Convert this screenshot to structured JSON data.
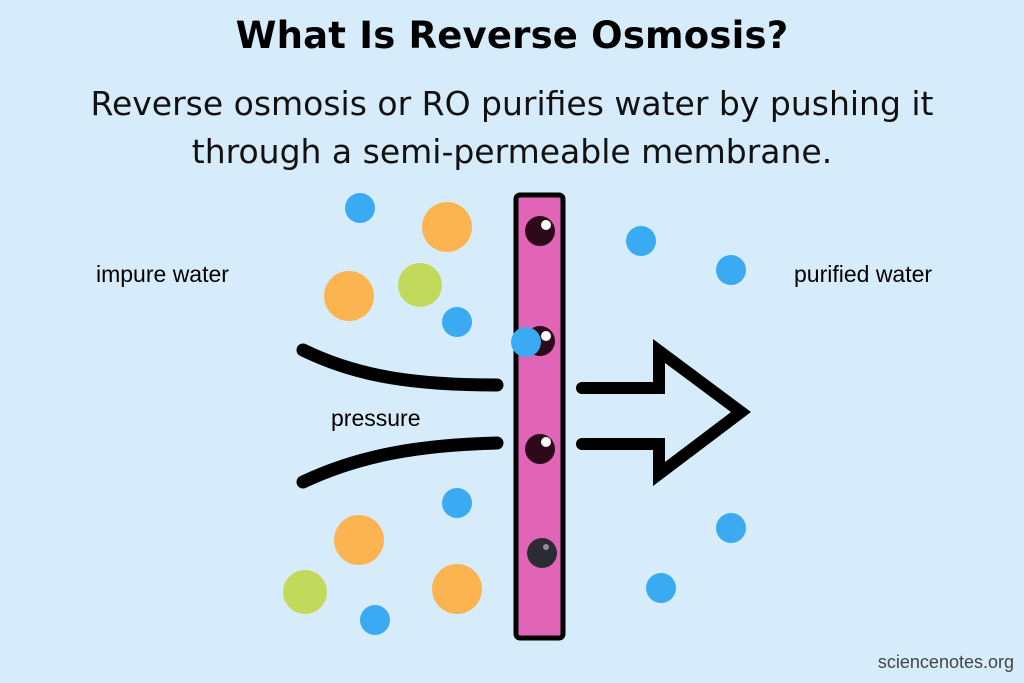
{
  "title": "What Is Reverse Osmosis?",
  "subtitle": "Reverse osmosis or RO purifies water by pushing it through a semi-permeable membrane.",
  "labels": {
    "impure_water": "impure water",
    "purified_water": "purified water",
    "pressure": "pressure"
  },
  "credit": "sciencenotes.org",
  "colors": {
    "background": "#d7ecfa",
    "membrane": "#e264b6",
    "water_molecule": "#3aabf2",
    "large_impurity": "#fbb450",
    "green_impurity": "#c1da5c",
    "arrow": "#000000"
  },
  "particles": {
    "left": [
      {
        "kind": "water_molecule"
      },
      {
        "kind": "large_impurity"
      },
      {
        "kind": "large_impurity"
      },
      {
        "kind": "green_impurity"
      },
      {
        "kind": "water_molecule"
      },
      {
        "kind": "water_molecule"
      },
      {
        "kind": "large_impurity"
      },
      {
        "kind": "green_impurity"
      },
      {
        "kind": "large_impurity"
      },
      {
        "kind": "water_molecule"
      }
    ],
    "right": [
      {
        "kind": "water_molecule"
      },
      {
        "kind": "water_molecule"
      },
      {
        "kind": "water_molecule"
      },
      {
        "kind": "water_molecule"
      }
    ],
    "passing": [
      {
        "kind": "water_molecule"
      }
    ]
  }
}
